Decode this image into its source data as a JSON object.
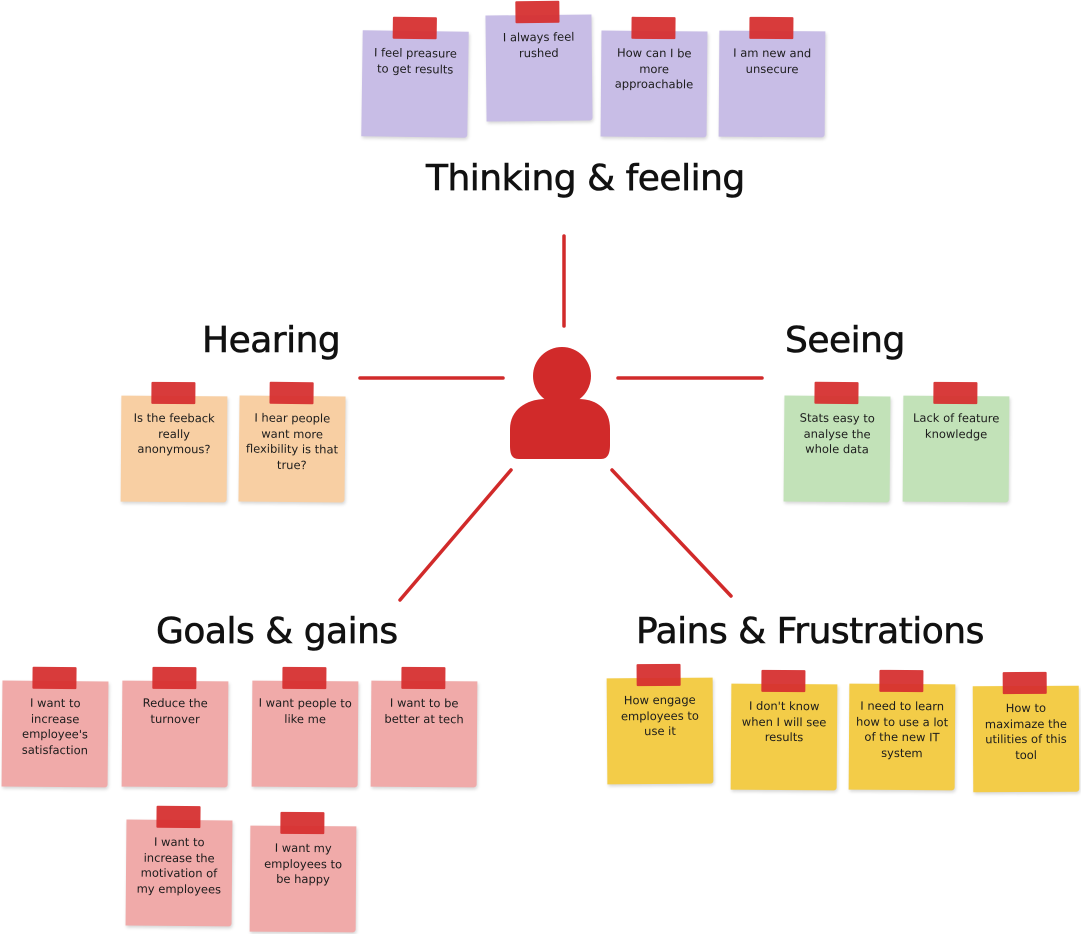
{
  "colors": {
    "accent": "#d12a2a",
    "tape": "#d62f2f",
    "thinking": "#c8bde6",
    "hearing": "#f8cfa3",
    "seeing": "#c2e2b8",
    "goals": "#f0aaa9",
    "pains": "#f3cc48"
  },
  "icons": {
    "center": "user-icon"
  },
  "sections": {
    "thinking": {
      "title": "Thinking & feeling",
      "notes": [
        "I feel preasure to get results",
        "I always feel rushed",
        "How can I be more approachable",
        "I am new and unsecure"
      ]
    },
    "hearing": {
      "title": "Hearing",
      "notes": [
        "Is the feeback really anonymous?",
        "I hear people want more flexibility is that true?"
      ]
    },
    "seeing": {
      "title": "Seeing",
      "notes": [
        "Stats easy to analyse the whole data",
        "Lack of feature knowledge"
      ]
    },
    "goals": {
      "title": "Goals & gains",
      "notes": [
        "I want to increase employee's satisfaction",
        "Reduce the turnover",
        "I want people to like me",
        "I want to be better at tech",
        "I want to increase the motivation of my employees",
        "I want my employees to be happy"
      ]
    },
    "pains": {
      "title": "Pains & Frustrations",
      "notes": [
        "How engage employees to use it",
        "I don't know when I will see results",
        "I need to learn how to use a lot of the new IT system",
        "How to maximaze the utilities of this tool"
      ]
    }
  }
}
